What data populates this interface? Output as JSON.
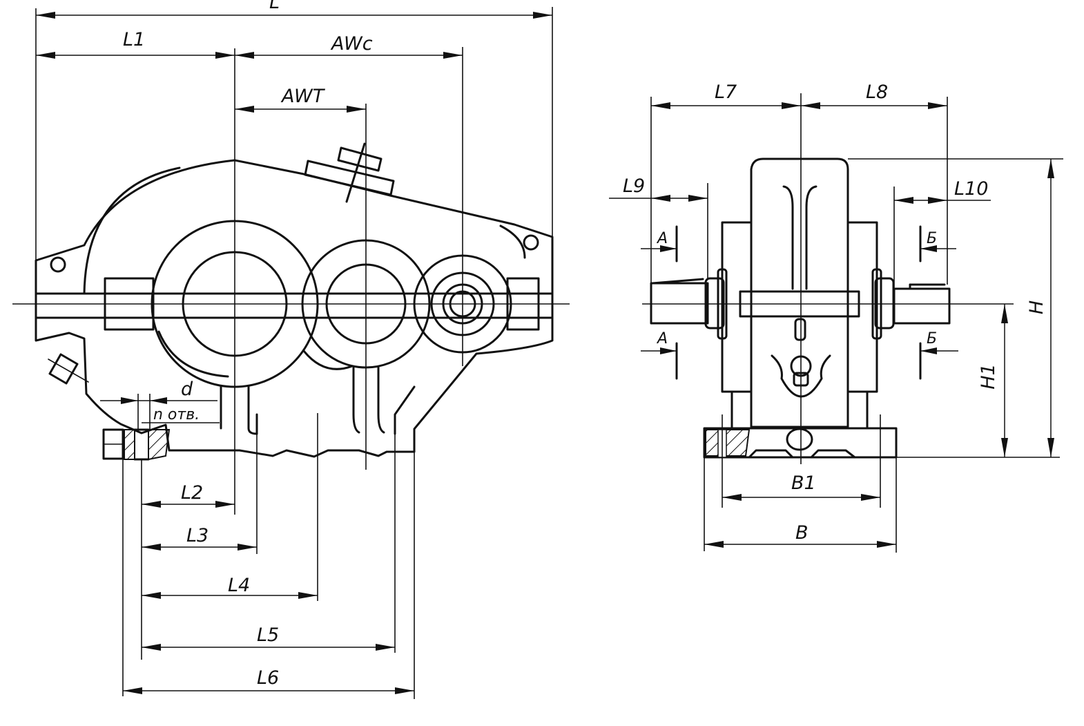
{
  "front_view": {
    "labels": {
      "L": "L",
      "L1": "L1",
      "AWc": "AWc",
      "AWT": "AWT",
      "d": "d",
      "n_otv": "n отв.",
      "L2": "L2",
      "L3": "L3",
      "L4": "L4",
      "L5": "L5",
      "L6": "L6"
    }
  },
  "side_view": {
    "labels": {
      "L7": "L7",
      "L8": "L8",
      "L9": "L9",
      "L10": "L10",
      "A_top": "A",
      "A_bottom": "A",
      "B_top": "Б",
      "B_bottom": "Б",
      "H": "H",
      "H1": "H1",
      "B1": "B1",
      "B": "B"
    }
  }
}
